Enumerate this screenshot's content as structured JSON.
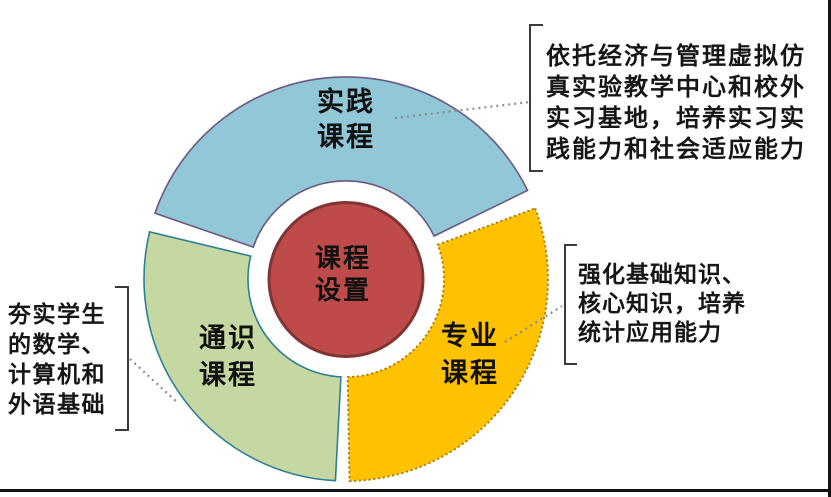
{
  "diagram": {
    "title_center": {
      "line1": "课程",
      "line2": "设置"
    },
    "practice": {
      "label_line1": "实践",
      "label_line2": "课程",
      "note_line1": "依托经济与管理虚拟仿",
      "note_line2": "真实验教学中心和校外",
      "note_line3": "实习基地，培养实习实",
      "note_line4": "践能力和社会适应能力"
    },
    "general": {
      "label_line1": "通识",
      "label_line2": "课程",
      "note_line1": "夯实学生",
      "note_line2": "的数学、",
      "note_line3": "计算机和",
      "note_line4": "外语基础"
    },
    "professional": {
      "label_line1": "专业",
      "label_line2": "课程",
      "note_line1": "强化基础知识、",
      "note_line2": "核心知识，培养",
      "note_line3": "统计应用能力"
    }
  },
  "colors": {
    "practice_fill": "#92C7D8",
    "practice_border": "#695A83",
    "general_fill": "#C6D8A2",
    "general_border": "#2E7E95",
    "professional_fill": "#FFC200",
    "professional_border": "#AD7D08",
    "center_fill": "#BE4B49",
    "center_border": "#7E3533",
    "inner_ring_fill": "#FFFFFF",
    "leader_dots": "#8C8C8C",
    "bracket": "#3A3A3A",
    "frame_line": "#141414",
    "text": "#111111"
  }
}
